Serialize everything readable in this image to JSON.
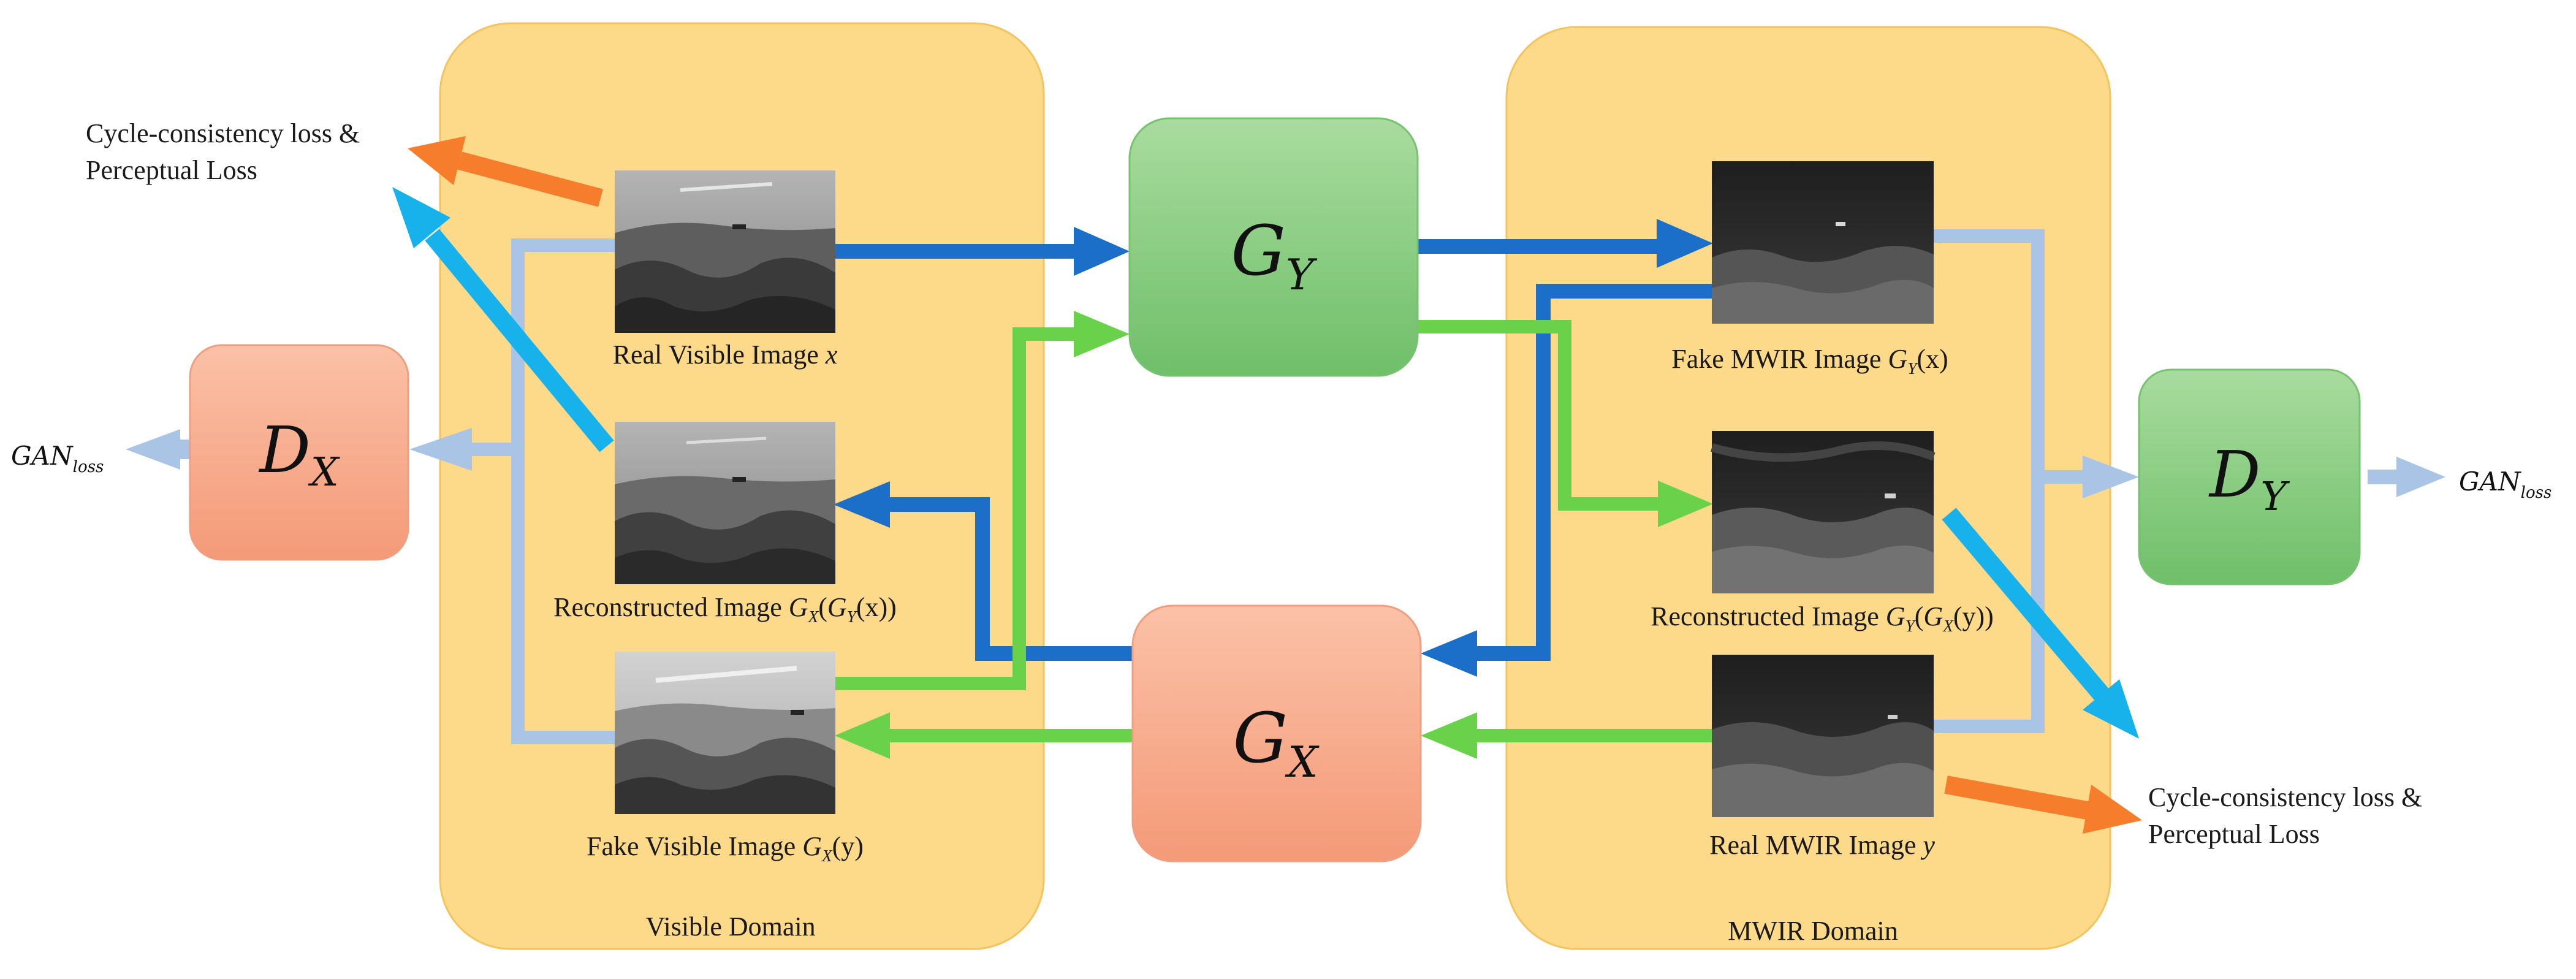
{
  "colors": {
    "domain_fill": "#fdd98a",
    "domain_stroke": "#f3c45e",
    "generator_y_fill": "#8fcf8a",
    "generator_x_fill": "#f7a88a",
    "discriminator_x_fill": "#f5a78a",
    "discriminator_y_fill": "#8bcc86",
    "blue_arrow": "#1b6fc9",
    "green_arrow": "#6ad24a",
    "cyan_arrow": "#17b1ec",
    "orange_arrow": "#f57d2c",
    "light_blue_line": "#aac4e6"
  },
  "domains": {
    "visible": {
      "label": "Visible Domain"
    },
    "mwir": {
      "label": "MWIR Domain"
    }
  },
  "generators": {
    "gy": {
      "symbol": "G",
      "subscript": "Y"
    },
    "gx": {
      "symbol": "G",
      "subscript": "X"
    }
  },
  "discriminators": {
    "dx": {
      "symbol": "D",
      "subscript": "X",
      "output": {
        "main": "GAN",
        "sub": "loss"
      }
    },
    "dy": {
      "symbol": "D",
      "subscript": "Y",
      "output": {
        "main": "GAN",
        "sub": "loss"
      }
    }
  },
  "images": {
    "real_visible": {
      "caption": {
        "text": "Real Visible Image ",
        "var": "x"
      }
    },
    "reconstructed_visible": {
      "caption": {
        "text": "Reconstructed Image ",
        "expr": [
          "G",
          "X",
          "(",
          "G",
          "Y",
          "(x))"
        ]
      }
    },
    "fake_visible": {
      "caption": {
        "text": "Fake Visible Image ",
        "expr": [
          "G",
          "X",
          "(y)"
        ]
      }
    },
    "fake_mwir": {
      "caption": {
        "text": "Fake MWIR Image ",
        "expr": [
          "G",
          "Y",
          "(x)"
        ]
      }
    },
    "reconstructed_mwir": {
      "caption": {
        "text": "Reconstructed Image ",
        "expr": [
          "G",
          "Y",
          "(",
          "G",
          "X",
          "(y))"
        ]
      }
    },
    "real_mwir": {
      "caption": {
        "text": "Real MWIR Image ",
        "var": "y"
      }
    }
  },
  "losses": {
    "left": {
      "line1": "Cycle-consistency loss &",
      "line2": "Perceptual Loss"
    },
    "right": {
      "line1": "Cycle-consistency loss &",
      "line2": "Perceptual Loss"
    }
  }
}
